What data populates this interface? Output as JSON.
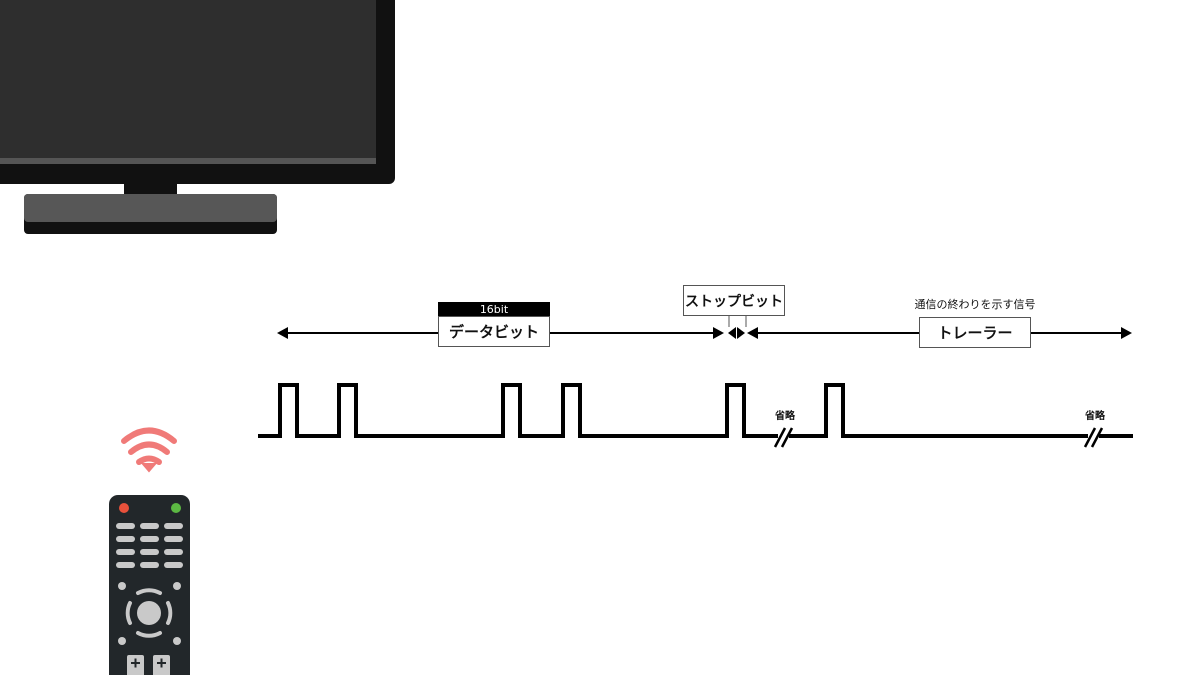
{
  "diagram": {
    "data_bits": {
      "label": "データビット",
      "bits": "16bit"
    },
    "stop_bit": {
      "label": "ストップビット"
    },
    "trailer": {
      "label": "トレーラー",
      "caption": "通信の終わりを示す信号"
    },
    "omitted_1": "省略",
    "omitted_2": "省略"
  },
  "colors": {
    "signal": "#000000",
    "remote_body": "#22272a",
    "wifi": "#f07a78",
    "red_button": "#e8513b",
    "green_button": "#5cb843"
  }
}
